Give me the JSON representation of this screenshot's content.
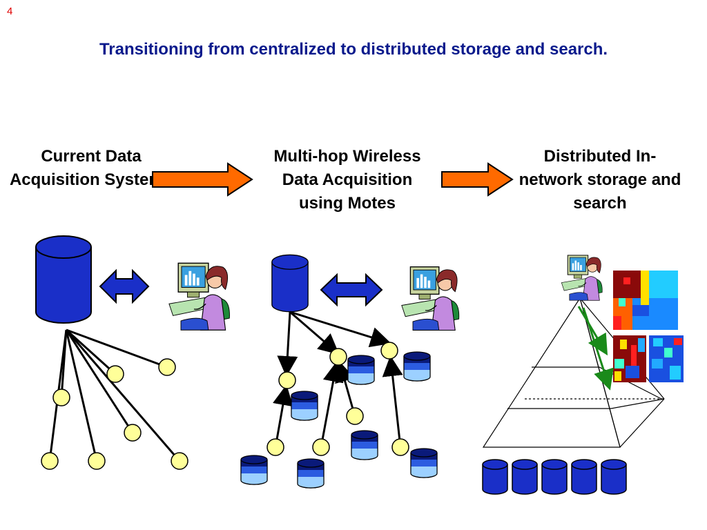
{
  "slide": {
    "number": "4",
    "title": "Transitioning from centralized to distributed storage and search."
  },
  "stages": [
    {
      "label": "Current Data Acquisition Systems"
    },
    {
      "label": "Multi-hop Wireless Data Acquisition using Motes"
    },
    {
      "label": "Distributed In-network storage and search"
    }
  ],
  "colors": {
    "title": "#0a1a8c",
    "slide_number": "#e00000",
    "database": "#1a2fc8",
    "transition_arrow": "#ff6a00",
    "mote_node": "#ffff99",
    "pyramid_pointer": "#1a8a1a"
  },
  "icons": [
    "database-icon",
    "person-at-computer-icon",
    "sensor-mote-icon",
    "storage-stack-icon",
    "heatmap-tile-icon"
  ]
}
